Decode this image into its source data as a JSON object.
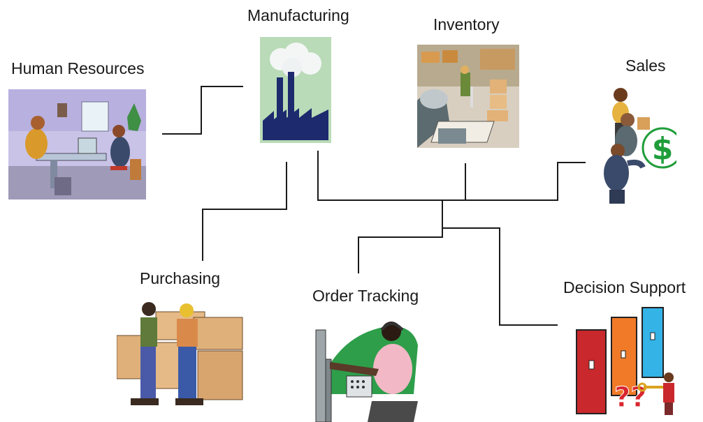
{
  "nodes": {
    "human_resources": {
      "label": "Human Resources"
    },
    "manufacturing": {
      "label": "Manufacturing"
    },
    "inventory": {
      "label": "Inventory"
    },
    "sales": {
      "label": "Sales"
    },
    "purchasing": {
      "label": "Purchasing"
    },
    "order_tracking": {
      "label": "Order Tracking"
    },
    "decision_support": {
      "label": "Decision Support"
    }
  },
  "icons": {
    "human_resources": "office-meeting-icon",
    "manufacturing": "factory-icon",
    "inventory": "warehouse-worker-icon",
    "sales": "salespeople-dollar-icon",
    "purchasing": "workers-boxes-icon",
    "order_tracking": "operator-headset-icon",
    "decision_support": "doors-key-icon"
  },
  "colors": {
    "connector": "#1a1a1a",
    "dollar": "#1f9d3a",
    "question": "#d9262e"
  }
}
